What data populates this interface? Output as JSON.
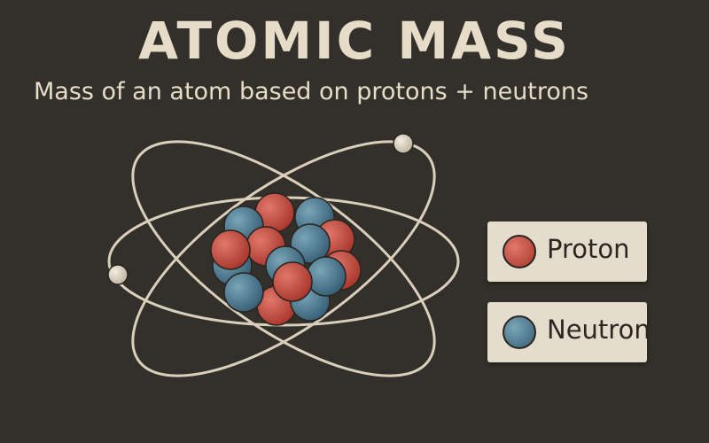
{
  "title": "ATOMIC MASS",
  "subtitle": "Mass of an atom based on protons + neutrons",
  "legend": [
    {
      "label": "Proton",
      "color": "#c9483c"
    },
    {
      "label": "Neutron",
      "color": "#4b7a92"
    }
  ],
  "colors": {
    "background": "#33302b",
    "orbit": "#d9cfbb",
    "electron": "#e2dac8",
    "proton": "#c9483c",
    "neutron": "#4b7a92"
  }
}
